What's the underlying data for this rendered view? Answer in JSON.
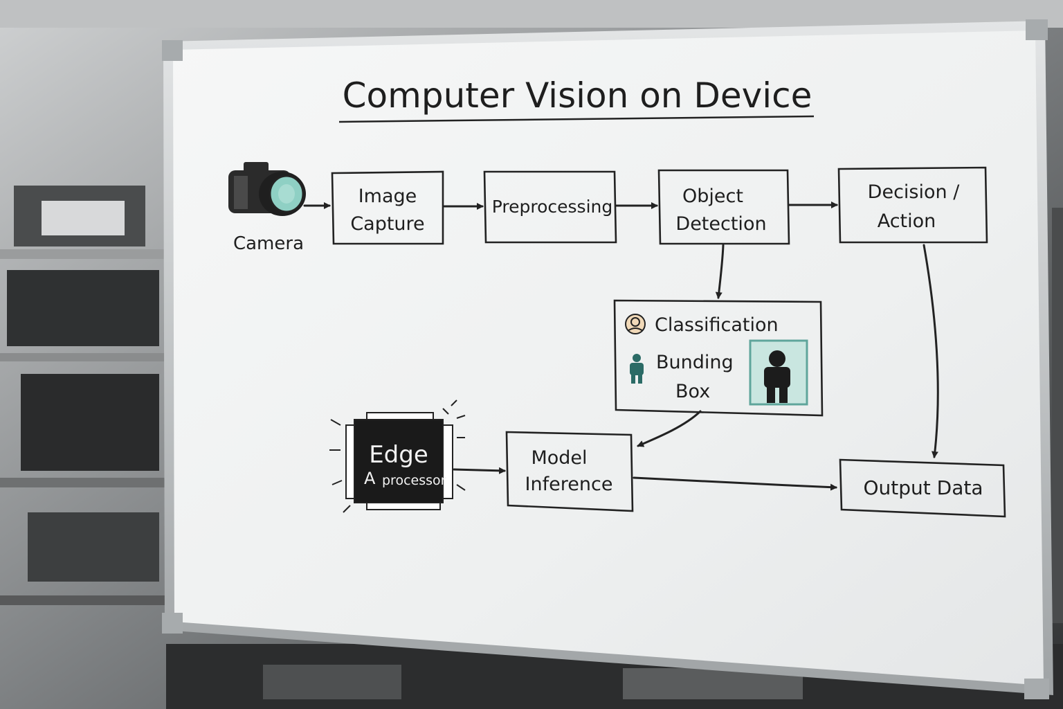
{
  "board": {
    "title": "Computer Vision on Device",
    "camera_label": "Camera",
    "image_capture": [
      "Image",
      "Capture"
    ],
    "preprocessing": "Preprocessing",
    "object_detection": [
      "Object",
      "Detection"
    ],
    "decision_action": [
      "Decision /",
      "Action"
    ],
    "classification": "Classification",
    "bounding_box": [
      "Bunding",
      "Box"
    ],
    "edge_chip": [
      "Edge",
      "A",
      "processor"
    ],
    "model_inference": [
      "Model",
      "Inference"
    ],
    "output_data": "Output Data"
  },
  "colors": {
    "ink": "#1e1e1e",
    "accent_teal": "#8fd0c4",
    "board": "#f4f5f5",
    "frame": "#c9ccce"
  },
  "icons": [
    "camera-icon",
    "person-face-icon",
    "person-icon",
    "chip-icon"
  ]
}
